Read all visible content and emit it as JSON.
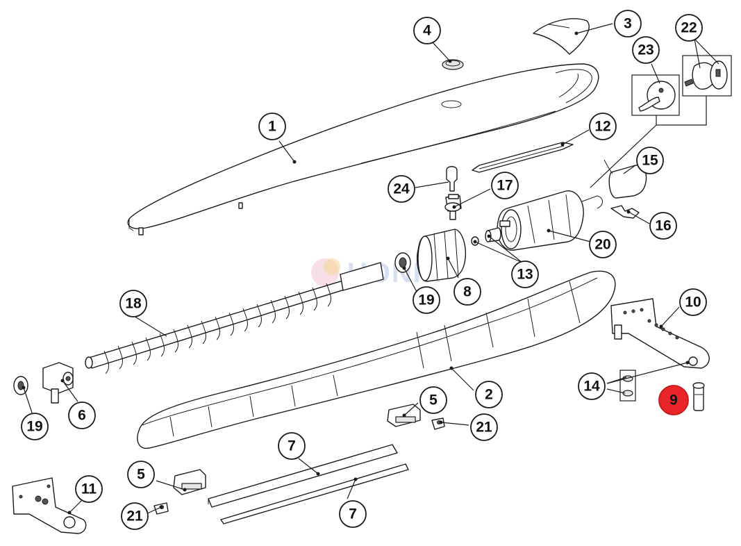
{
  "watermark": "UONIX",
  "colors": {
    "highlight": "#e8262a",
    "line": "#1a1a1a",
    "watermark": "#c9d6ef"
  },
  "callouts": [
    {
      "id": "c1",
      "label": "1"
    },
    {
      "id": "c2",
      "label": "2"
    },
    {
      "id": "c3",
      "label": "3"
    },
    {
      "id": "c4",
      "label": "4"
    },
    {
      "id": "c5a",
      "label": "5"
    },
    {
      "id": "c5b",
      "label": "5"
    },
    {
      "id": "c6",
      "label": "6"
    },
    {
      "id": "c7a",
      "label": "7"
    },
    {
      "id": "c7b",
      "label": "7"
    },
    {
      "id": "c8",
      "label": "8"
    },
    {
      "id": "c9",
      "label": "9",
      "highlighted": true
    },
    {
      "id": "c10",
      "label": "10"
    },
    {
      "id": "c11",
      "label": "11"
    },
    {
      "id": "c12",
      "label": "12"
    },
    {
      "id": "c13",
      "label": "13"
    },
    {
      "id": "c14",
      "label": "14"
    },
    {
      "id": "c15",
      "label": "15"
    },
    {
      "id": "c16",
      "label": "16"
    },
    {
      "id": "c17",
      "label": "17"
    },
    {
      "id": "c18",
      "label": "18"
    },
    {
      "id": "c19a",
      "label": "19"
    },
    {
      "id": "c19b",
      "label": "19"
    },
    {
      "id": "c20",
      "label": "20"
    },
    {
      "id": "c21a",
      "label": "21"
    },
    {
      "id": "c21b",
      "label": "21"
    },
    {
      "id": "c22",
      "label": "22"
    },
    {
      "id": "c23",
      "label": "23"
    },
    {
      "id": "c24",
      "label": "24"
    }
  ]
}
